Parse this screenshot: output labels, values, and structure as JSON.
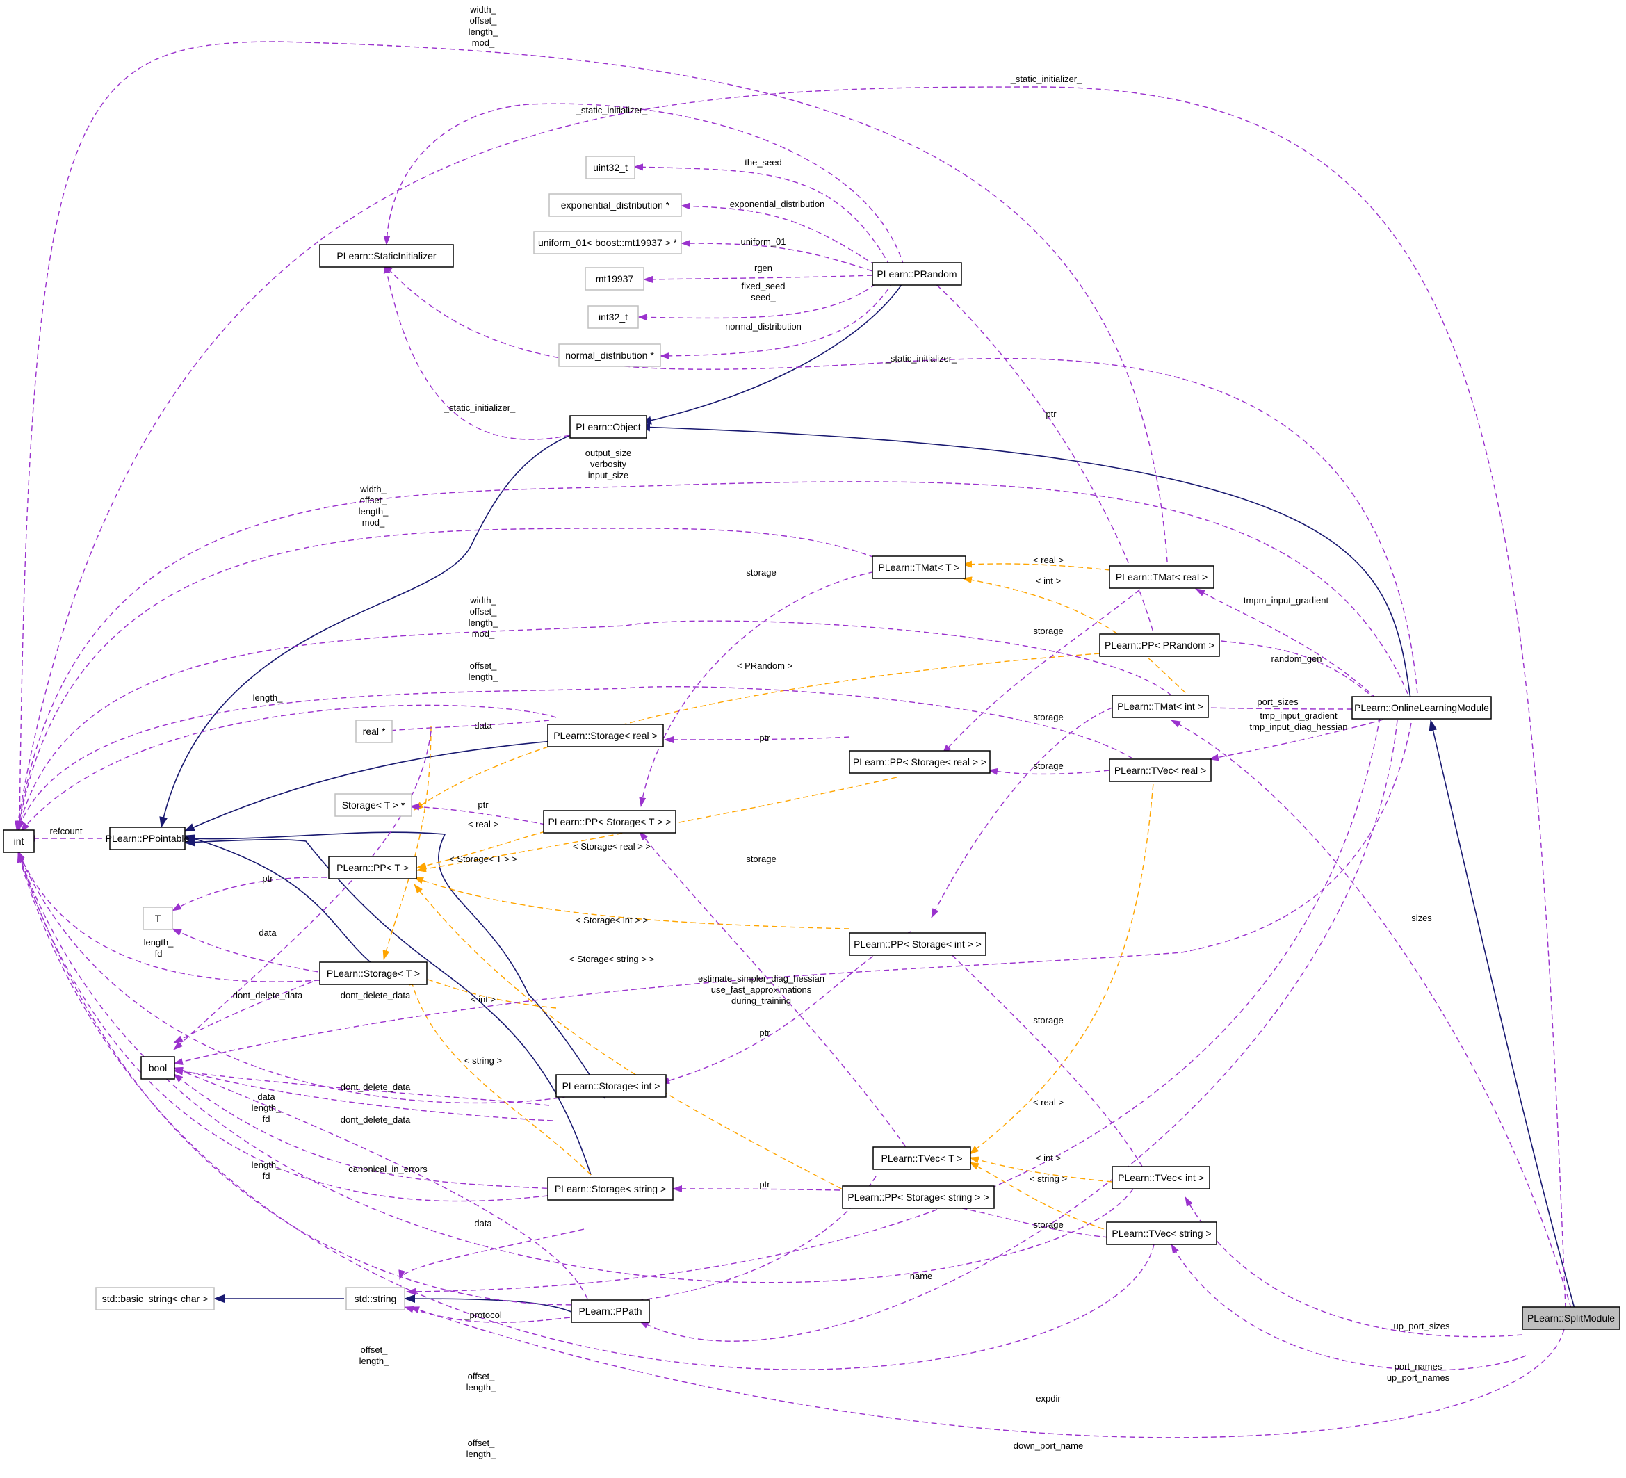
{
  "diagram": {
    "nodes": [
      {
        "id": "int",
        "label": "int",
        "kind": "plain"
      },
      {
        "id": "bool",
        "label": "bool",
        "kind": "plain"
      },
      {
        "id": "T",
        "label": "T",
        "kind": "external"
      },
      {
        "id": "uint32",
        "label": "uint32_t",
        "kind": "external"
      },
      {
        "id": "expdist",
        "label": "exponential_distribution *",
        "kind": "external"
      },
      {
        "id": "uniform",
        "label": "uniform_01< boost::mt19937 > *",
        "kind": "external"
      },
      {
        "id": "mt19937",
        "label": "mt19937",
        "kind": "external"
      },
      {
        "id": "int32",
        "label": "int32_t",
        "kind": "external"
      },
      {
        "id": "normdist",
        "label": "normal_distribution *",
        "kind": "external"
      },
      {
        "id": "realptr",
        "label": "real *",
        "kind": "external"
      },
      {
        "id": "storageTptr",
        "label": "Storage< T > *",
        "kind": "external"
      },
      {
        "id": "basicstring",
        "label": "std::basic_string< char >",
        "kind": "external"
      },
      {
        "id": "stdstring",
        "label": "std::string",
        "kind": "external"
      },
      {
        "id": "staticinit",
        "label": "PLearn::StaticInitializer",
        "kind": "plain"
      },
      {
        "id": "prandom",
        "label": "PLearn::PRandom",
        "kind": "plain"
      },
      {
        "id": "object",
        "label": "PLearn::Object",
        "kind": "plain"
      },
      {
        "id": "ppointable",
        "label": "PLearn::PPointable",
        "kind": "plain"
      },
      {
        "id": "storagereal",
        "label": "PLearn::Storage< real >",
        "kind": "plain"
      },
      {
        "id": "ppT",
        "label": "PLearn::PP< T >",
        "kind": "plain"
      },
      {
        "id": "storageT",
        "label": "PLearn::Storage< T >",
        "kind": "plain"
      },
      {
        "id": "storageint",
        "label": "PLearn::Storage< int >",
        "kind": "plain"
      },
      {
        "id": "storagestring",
        "label": "PLearn::Storage< string >",
        "kind": "plain"
      },
      {
        "id": "ppath",
        "label": "PLearn::PPath",
        "kind": "plain"
      },
      {
        "id": "tmatT",
        "label": "PLearn::TMat< T >",
        "kind": "plain"
      },
      {
        "id": "ppstorageT",
        "label": "PLearn::PP< Storage< T > >",
        "kind": "plain"
      },
      {
        "id": "ppstoragereal",
        "label": "PLearn::PP< Storage< real > >",
        "kind": "plain"
      },
      {
        "id": "ppstorageint",
        "label": "PLearn::PP< Storage< int > >",
        "kind": "plain"
      },
      {
        "id": "ppstoragestring",
        "label": "PLearn::PP< Storage< string > >",
        "kind": "plain"
      },
      {
        "id": "tvecT",
        "label": "PLearn::TVec< T >",
        "kind": "plain"
      },
      {
        "id": "tmatreal",
        "label": "PLearn::TMat< real >",
        "kind": "plain"
      },
      {
        "id": "ppprandom",
        "label": "PLearn::PP< PRandom >",
        "kind": "plain"
      },
      {
        "id": "tmatint",
        "label": "PLearn::TMat< int >",
        "kind": "plain"
      },
      {
        "id": "tvecreal",
        "label": "PLearn::TVec< real >",
        "kind": "plain"
      },
      {
        "id": "tvecint",
        "label": "PLearn::TVec< int >",
        "kind": "plain"
      },
      {
        "id": "tvecstring",
        "label": "PLearn::TVec< string >",
        "kind": "plain"
      },
      {
        "id": "olm",
        "label": "PLearn::OnlineLearningModule",
        "kind": "plain"
      },
      {
        "id": "split",
        "label": "PLearn::SplitModule",
        "kind": "selected"
      }
    ],
    "edge_labels": [
      {
        "id": "tm_int",
        "lines": [
          "width_",
          "offset_",
          "length_",
          "mod_"
        ]
      },
      {
        "id": "si_top",
        "lines": [
          "_static_initializer_"
        ]
      },
      {
        "id": "si_pr",
        "lines": [
          "_static_initializer_"
        ]
      },
      {
        "id": "seed",
        "lines": [
          "the_seed"
        ]
      },
      {
        "id": "expd",
        "lines": [
          "exponential_distribution"
        ]
      },
      {
        "id": "uni",
        "lines": [
          "uniform_01"
        ]
      },
      {
        "id": "rgen",
        "lines": [
          "rgen"
        ]
      },
      {
        "id": "fseed",
        "lines": [
          "fixed_seed",
          "seed_"
        ]
      },
      {
        "id": "nd",
        "lines": [
          "normal_distribution"
        ]
      },
      {
        "id": "si_olm",
        "lines": [
          "_static_initializer_"
        ]
      },
      {
        "id": "si_obj",
        "lines": [
          "_static_initializer_"
        ]
      },
      {
        "id": "ptr_pp",
        "lines": [
          "ptr"
        ]
      },
      {
        "id": "olm_int",
        "lines": [
          "output_size",
          "verbosity",
          "input_size"
        ]
      },
      {
        "id": "tmT_int",
        "lines": [
          "width_",
          "offset_",
          "length_",
          "mod_"
        ]
      },
      {
        "id": "stor1",
        "lines": [
          "storage"
        ]
      },
      {
        "id": "lt_real",
        "lines": [
          "< real >"
        ]
      },
      {
        "id": "lt_int",
        "lines": [
          "< int >"
        ]
      },
      {
        "id": "tmpm",
        "lines": [
          "tmpm_input_gradient"
        ]
      },
      {
        "id": "stor2",
        "lines": [
          "storage"
        ]
      },
      {
        "id": "tmi_int",
        "lines": [
          "width_",
          "offset_",
          "length_",
          "mod_"
        ]
      },
      {
        "id": "lt_prandom",
        "lines": [
          "< PRandom >"
        ]
      },
      {
        "id": "rgen2",
        "lines": [
          "random_gen"
        ]
      },
      {
        "id": "tvr_int",
        "lines": [
          "offset_",
          "length_"
        ]
      },
      {
        "id": "sr_int",
        "lines": [
          "length_"
        ]
      },
      {
        "id": "data_sr",
        "lines": [
          "data"
        ]
      },
      {
        "id": "stor3",
        "lines": [
          "storage"
        ]
      },
      {
        "id": "portsizes",
        "lines": [
          "port_sizes"
        ]
      },
      {
        "id": "tmpig",
        "lines": [
          "tmp_input_gradient",
          "tmp_input_diag_hessian"
        ]
      },
      {
        "id": "ptr_psr",
        "lines": [
          "ptr"
        ]
      },
      {
        "id": "stor4",
        "lines": [
          "storage"
        ]
      },
      {
        "id": "ptr_pst",
        "lines": [
          "ptr"
        ]
      },
      {
        "id": "refcount",
        "lines": [
          "refcount"
        ]
      },
      {
        "id": "lt_real2",
        "lines": [
          "< real >"
        ]
      },
      {
        "id": "lt_sreal",
        "lines": [
          "< Storage< real > >"
        ]
      },
      {
        "id": "lt_sT",
        "lines": [
          "< Storage< T > >"
        ]
      },
      {
        "id": "ptr_ppT",
        "lines": [
          "ptr"
        ]
      },
      {
        "id": "stor5",
        "lines": [
          "storage"
        ]
      },
      {
        "id": "lt_sint",
        "lines": [
          "< Storage< int > >"
        ]
      },
      {
        "id": "data_sT",
        "lines": [
          "data"
        ]
      },
      {
        "id": "sizes",
        "lines": [
          "sizes"
        ]
      },
      {
        "id": "lt_sstring",
        "lines": [
          "< Storage< string > >"
        ]
      },
      {
        "id": "sT_int",
        "lines": [
          "length_",
          "fd"
        ]
      },
      {
        "id": "ddd1",
        "lines": [
          "dont_delete_data"
        ]
      },
      {
        "id": "ddd2",
        "lines": [
          "dont_delete_data"
        ]
      },
      {
        "id": "esdh",
        "lines": [
          "estimate_simpler_diag_hessian",
          "use_fast_approximations",
          "during_training"
        ]
      },
      {
        "id": "lt_int2",
        "lines": [
          "< int >"
        ]
      },
      {
        "id": "ptr_psi",
        "lines": [
          "ptr"
        ]
      },
      {
        "id": "stor6",
        "lines": [
          "storage"
        ]
      },
      {
        "id": "lt_string",
        "lines": [
          "< string >"
        ]
      },
      {
        "id": "ddd3",
        "lines": [
          "dont_delete_data"
        ]
      },
      {
        "id": "si_int",
        "lines": [
          "data",
          "length_",
          "fd"
        ]
      },
      {
        "id": "ddd4",
        "lines": [
          "dont_delete_data"
        ]
      },
      {
        "id": "lt_real3",
        "lines": [
          "< real >"
        ]
      },
      {
        "id": "ss_int",
        "lines": [
          "length_",
          "fd"
        ]
      },
      {
        "id": "cie",
        "lines": [
          "canonical_in_errors"
        ]
      },
      {
        "id": "lt_int3",
        "lines": [
          "< int >"
        ]
      },
      {
        "id": "ptr_pss",
        "lines": [
          "ptr"
        ]
      },
      {
        "id": "lt_string2",
        "lines": [
          "< string >"
        ]
      },
      {
        "id": "data_ss",
        "lines": [
          "data"
        ]
      },
      {
        "id": "stor7",
        "lines": [
          "storage"
        ]
      },
      {
        "id": "name",
        "lines": [
          "name"
        ]
      },
      {
        "id": "protocol",
        "lines": [
          "_protocol"
        ]
      },
      {
        "id": "upsizes",
        "lines": [
          "up_port_sizes"
        ]
      },
      {
        "id": "tvT_int",
        "lines": [
          "offset_",
          "length_"
        ]
      },
      {
        "id": "tvi_int",
        "lines": [
          "offset_",
          "length_"
        ]
      },
      {
        "id": "portnames",
        "lines": [
          "port_names",
          "up_port_names"
        ]
      },
      {
        "id": "expdir",
        "lines": [
          "expdir"
        ]
      },
      {
        "id": "tvs_int",
        "lines": [
          "offset_",
          "length_"
        ]
      },
      {
        "id": "dpn",
        "lines": [
          "down_port_name"
        ]
      }
    ]
  }
}
